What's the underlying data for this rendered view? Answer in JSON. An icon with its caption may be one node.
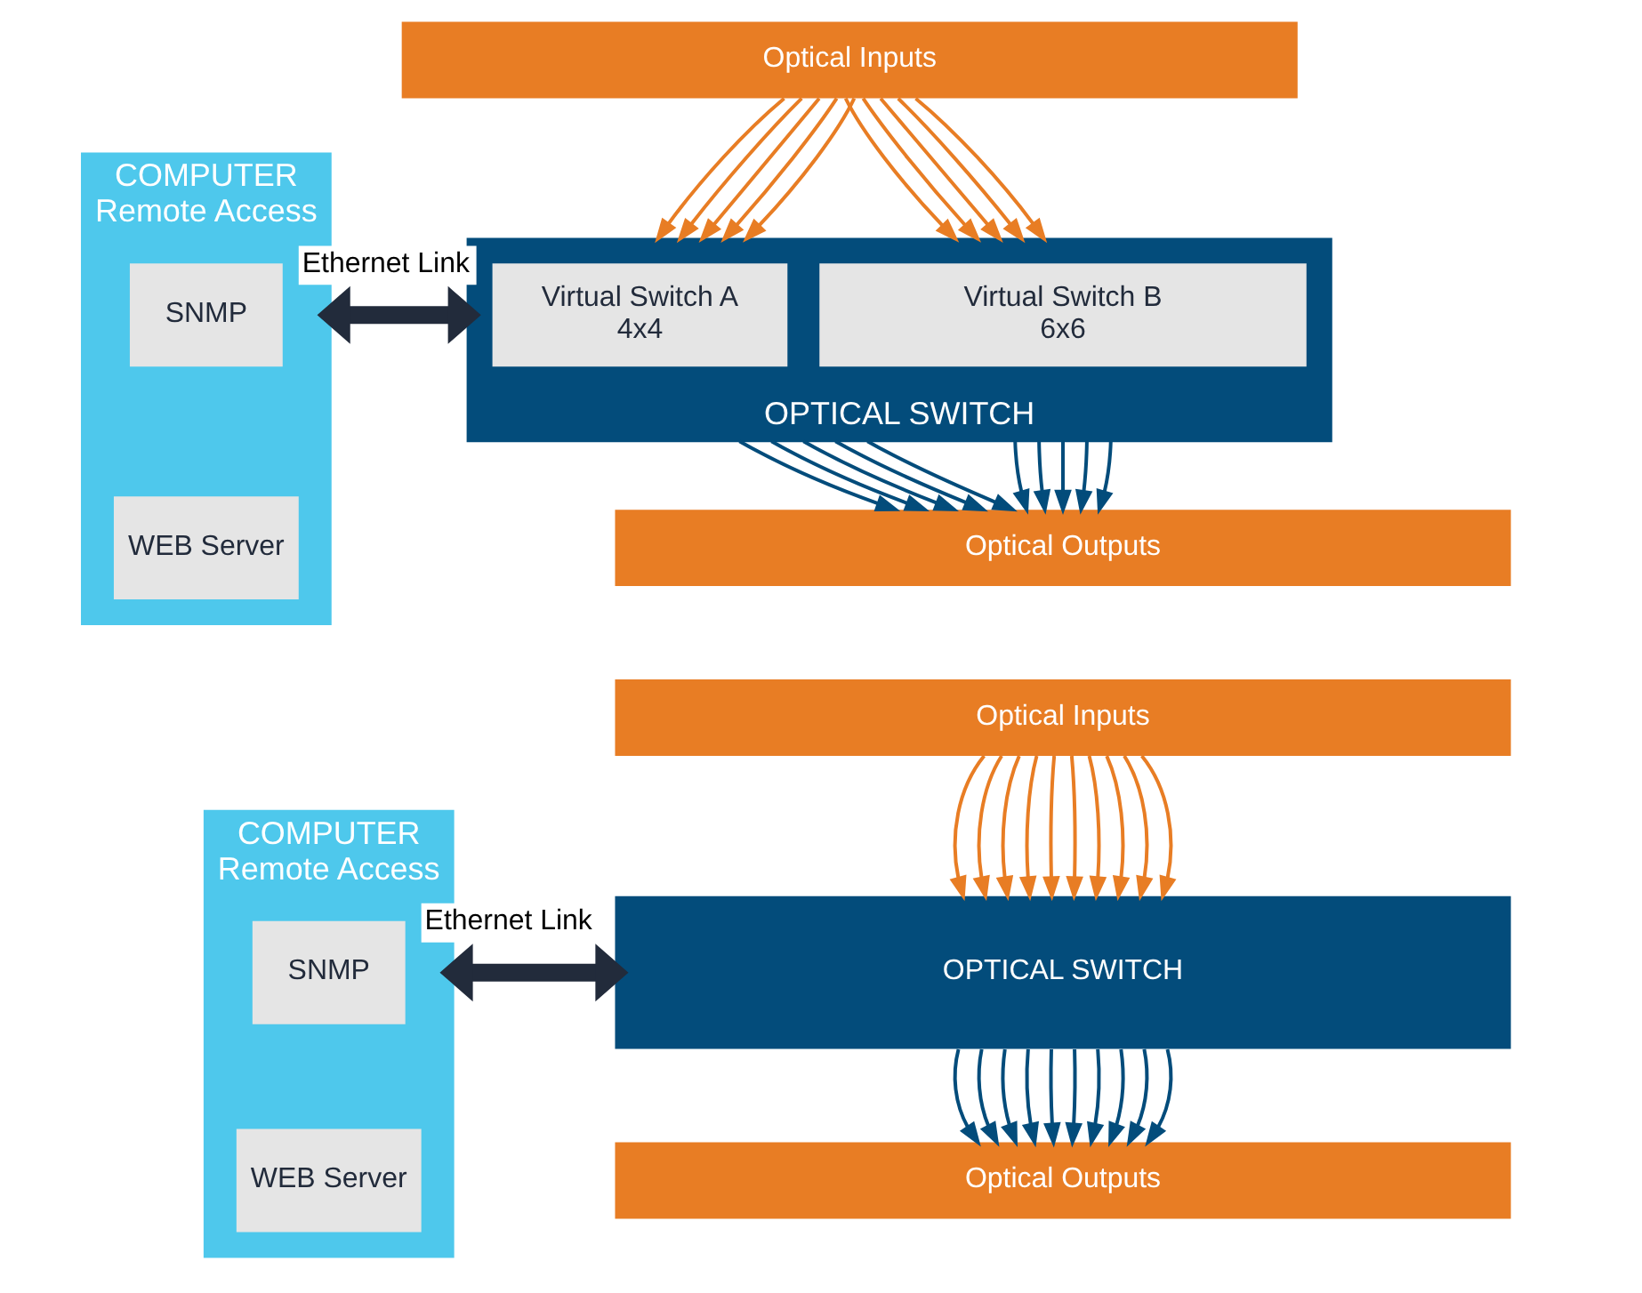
{
  "diagram": {
    "nodes": [
      {
        "text": [
          "COMPUTER",
          "Remote Access"
        ]
      },
      {
        "text": [
          "SNMP"
        ],
        "in": 0
      },
      {
        "text": [
          "WEB Server"
        ],
        "in": 0
      },
      {
        "text": [
          "Optical Inputs"
        ]
      },
      {
        "text": [
          "OPTICAL SWITCH"
        ]
      },
      {
        "text": [
          "Virtual Switch A",
          "4x4"
        ],
        "in": 4
      },
      {
        "text": [
          "Virtual Switch B",
          "6x6"
        ],
        "in": 4
      },
      {
        "text": [
          "Optical Outputs"
        ]
      },
      {
        "text": [
          "COMPUTER",
          "Remote Access"
        ]
      },
      {
        "text": [
          "SNMP"
        ],
        "in": 8
      },
      {
        "text": [
          "WEB Server"
        ],
        "in": 8
      },
      {
        "text": [
          "Optical Inputs"
        ]
      },
      {
        "text": [
          "OPTICAL SWITCH"
        ]
      },
      {
        "text": [
          "Optical Outputs"
        ]
      }
    ],
    "edges": [
      {
        "from": 0,
        "to": 4,
        "arrow": "both",
        "label": "Ethernet Link",
        "style": "thick",
        "color": "#222b3b"
      },
      {
        "from": 3,
        "to": 4,
        "arrow": "to",
        "color": "#e87d24"
      },
      {
        "from": 3,
        "to": 4,
        "arrow": "to",
        "color": "#e87d24"
      },
      {
        "from": 3,
        "to": 4,
        "arrow": "to",
        "color": "#e87d24"
      },
      {
        "from": 3,
        "to": 4,
        "arrow": "to",
        "color": "#e87d24"
      },
      {
        "from": 3,
        "to": 4,
        "arrow": "to",
        "color": "#e87d24"
      },
      {
        "from": 3,
        "to": 4,
        "arrow": "to",
        "color": "#e87d24"
      },
      {
        "from": 3,
        "to": 4,
        "arrow": "to",
        "color": "#e87d24"
      },
      {
        "from": 3,
        "to": 4,
        "arrow": "to",
        "color": "#e87d24"
      },
      {
        "from": 3,
        "to": 4,
        "arrow": "to",
        "color": "#e87d24"
      },
      {
        "from": 3,
        "to": 4,
        "arrow": "to",
        "color": "#e87d24"
      },
      {
        "from": 4,
        "to": 7,
        "arrow": "to",
        "color": "#034c7b"
      },
      {
        "from": 4,
        "to": 7,
        "arrow": "to",
        "color": "#034c7b"
      },
      {
        "from": 4,
        "to": 7,
        "arrow": "to",
        "color": "#034c7b"
      },
      {
        "from": 4,
        "to": 7,
        "arrow": "to",
        "color": "#034c7b"
      },
      {
        "from": 4,
        "to": 7,
        "arrow": "to",
        "color": "#034c7b"
      },
      {
        "from": 4,
        "to": 7,
        "arrow": "to",
        "color": "#034c7b"
      },
      {
        "from": 4,
        "to": 7,
        "arrow": "to",
        "color": "#034c7b"
      },
      {
        "from": 4,
        "to": 7,
        "arrow": "to",
        "color": "#034c7b"
      },
      {
        "from": 4,
        "to": 7,
        "arrow": "to",
        "color": "#034c7b"
      },
      {
        "from": 4,
        "to": 7,
        "arrow": "to",
        "color": "#034c7b"
      },
      {
        "from": 8,
        "to": 12,
        "arrow": "both",
        "label": "Ethernet Link",
        "style": "thick",
        "color": "#222b3b"
      },
      {
        "from": 11,
        "to": 12,
        "arrow": "to",
        "color": "#e87d24"
      },
      {
        "from": 11,
        "to": 12,
        "arrow": "to",
        "color": "#e87d24"
      },
      {
        "from": 11,
        "to": 12,
        "arrow": "to",
        "color": "#e87d24"
      },
      {
        "from": 11,
        "to": 12,
        "arrow": "to",
        "color": "#e87d24"
      },
      {
        "from": 11,
        "to": 12,
        "arrow": "to",
        "color": "#e87d24"
      },
      {
        "from": 11,
        "to": 12,
        "arrow": "to",
        "color": "#e87d24"
      },
      {
        "from": 11,
        "to": 12,
        "arrow": "to",
        "color": "#e87d24"
      },
      {
        "from": 11,
        "to": 12,
        "arrow": "to",
        "color": "#e87d24"
      },
      {
        "from": 11,
        "to": 12,
        "arrow": "to",
        "color": "#e87d24"
      },
      {
        "from": 11,
        "to": 12,
        "arrow": "to",
        "color": "#e87d24"
      },
      {
        "from": 12,
        "to": 13,
        "arrow": "to",
        "color": "#034c7b"
      },
      {
        "from": 12,
        "to": 13,
        "arrow": "to",
        "color": "#034c7b"
      },
      {
        "from": 12,
        "to": 13,
        "arrow": "to",
        "color": "#034c7b"
      },
      {
        "from": 12,
        "to": 13,
        "arrow": "to",
        "color": "#034c7b"
      },
      {
        "from": 12,
        "to": 13,
        "arrow": "to",
        "color": "#034c7b"
      },
      {
        "from": 12,
        "to": 13,
        "arrow": "to",
        "color": "#034c7b"
      },
      {
        "from": 12,
        "to": 13,
        "arrow": "to",
        "color": "#034c7b"
      },
      {
        "from": 12,
        "to": 13,
        "arrow": "to",
        "color": "#034c7b"
      },
      {
        "from": 12,
        "to": 13,
        "arrow": "to",
        "color": "#034c7b"
      },
      {
        "from": 12,
        "to": 13,
        "arrow": "to",
        "color": "#034c7b"
      }
    ]
  }
}
